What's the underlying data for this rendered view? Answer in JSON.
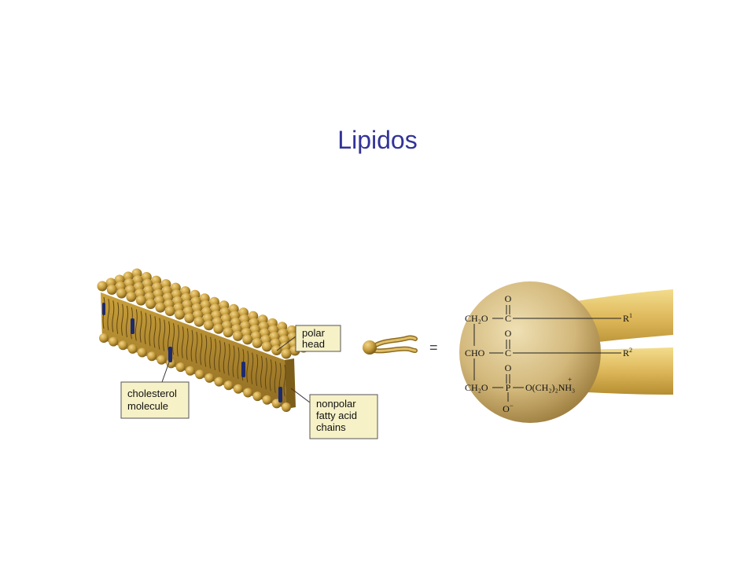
{
  "slide": {
    "title": "Lipidos"
  },
  "labels": {
    "polar_head": [
      "polar",
      "head"
    ],
    "cholesterol_molecule": [
      "cholesterol",
      "molecule"
    ],
    "nonpolar_chains": [
      "nonpolar",
      "fatty acid",
      "chains"
    ]
  },
  "equals_sign": "=",
  "formula": {
    "carbonyl_o": "O",
    "phosphate_o": "O",
    "phosphate_o_minus": "O",
    "minus_sign": "−",
    "row1_group": "CH₂O",
    "row1_carbon": "C",
    "row1_r": "R",
    "row1_r_sup": "1",
    "row2_group": "CHO",
    "row2_carbon": "C",
    "row2_r": "R",
    "row2_r_sup": "2",
    "row3_group": "CH₂O",
    "row3_p": "P",
    "row3_tail": "O(CH₂)₂NH₃",
    "plus_sign": "+"
  },
  "colors": {
    "title": "#333399",
    "label_box_fill": "#f6f1c7",
    "head_fill": "#c9a040",
    "tail_fill": "#c49a30",
    "cholesterol": "#1c2a6e",
    "sphere_fill": "#d4bb80"
  }
}
